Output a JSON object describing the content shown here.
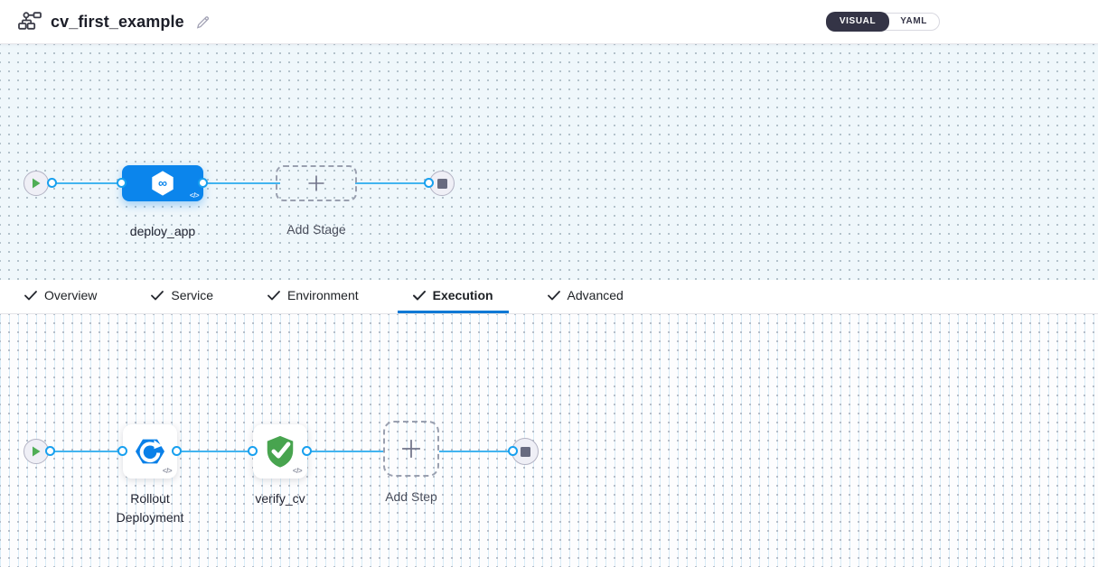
{
  "header": {
    "pipeline_title": "cv_first_example",
    "view_toggle": {
      "visual_label": "VISUAL",
      "yaml_label": "YAML",
      "selected": "VISUAL"
    }
  },
  "stage_pipeline": {
    "stage_label": "deploy_app",
    "add_stage_label": "Add Stage"
  },
  "config_tabs": {
    "active": "Execution",
    "items": [
      {
        "label": "Overview",
        "checked": true
      },
      {
        "label": "Service",
        "checked": true
      },
      {
        "label": "Environment",
        "checked": true
      },
      {
        "label": "Execution",
        "checked": true
      },
      {
        "label": "Advanced",
        "checked": true
      }
    ]
  },
  "execution_pipeline": {
    "steps": [
      {
        "label": "Rollout Deployment",
        "icon": "rollout-deployment-icon"
      },
      {
        "label": "verify_cv",
        "icon": "shield-check-icon"
      }
    ],
    "add_step_label": "Add Step"
  },
  "icons": {
    "code_glyph": "</>"
  },
  "colors": {
    "accent_blue": "#0b85ec",
    "connector_blue": "#42b4f0",
    "success_green": "#48a44f",
    "active_tab_underline": "#0278d5",
    "toggle_dark": "#343446",
    "stage_canvas_bg": "#eff7fb",
    "step_canvas_bg": "#fdfdfe"
  }
}
